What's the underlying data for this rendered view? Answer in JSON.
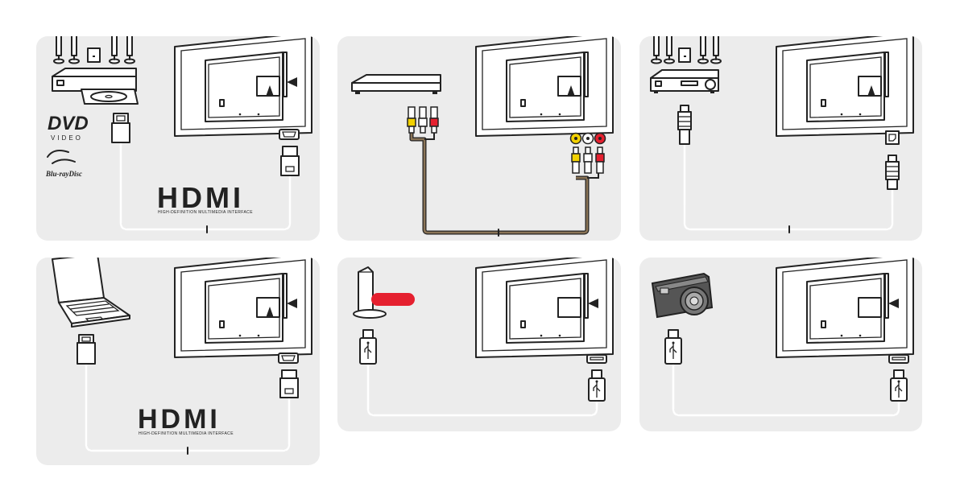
{
  "colors": {
    "panel": "#ececec",
    "ink": "#222222",
    "red": "#e5202f",
    "yellow": "#f2d100",
    "composite_cable": "#8a7456"
  },
  "icons": {
    "speaker": "speaker-icon",
    "subwoofer": "subwoofer-icon",
    "dvd_player": "dvd-player-icon",
    "set_top_box": "set-top-box-icon",
    "av_receiver": "av-receiver-icon",
    "laptop": "laptop-icon",
    "router": "router-icon",
    "camera": "camera-icon",
    "tv": "tv-back-icon",
    "hdmi_plug": "hdmi-plug-icon",
    "usb_plug": "usb-plug-icon",
    "optical_plug": "optical-plug-icon",
    "rca_plug": "rca-plug-icon"
  },
  "panels": {
    "hdmi_dvd": {
      "dvd_logo": "DVD",
      "dvd_sub": "VIDEO",
      "bluray_logo": "Blu-rayDisc",
      "hdmi_logo": "HDMI",
      "hdmi_caption": "HIGH-DEFINITION MULTIMEDIA INTERFACE"
    },
    "hdmi_laptop": {
      "hdmi_logo": "HDMI",
      "hdmi_caption": "HIGH-DEFINITION MULTIMEDIA INTERFACE"
    }
  }
}
